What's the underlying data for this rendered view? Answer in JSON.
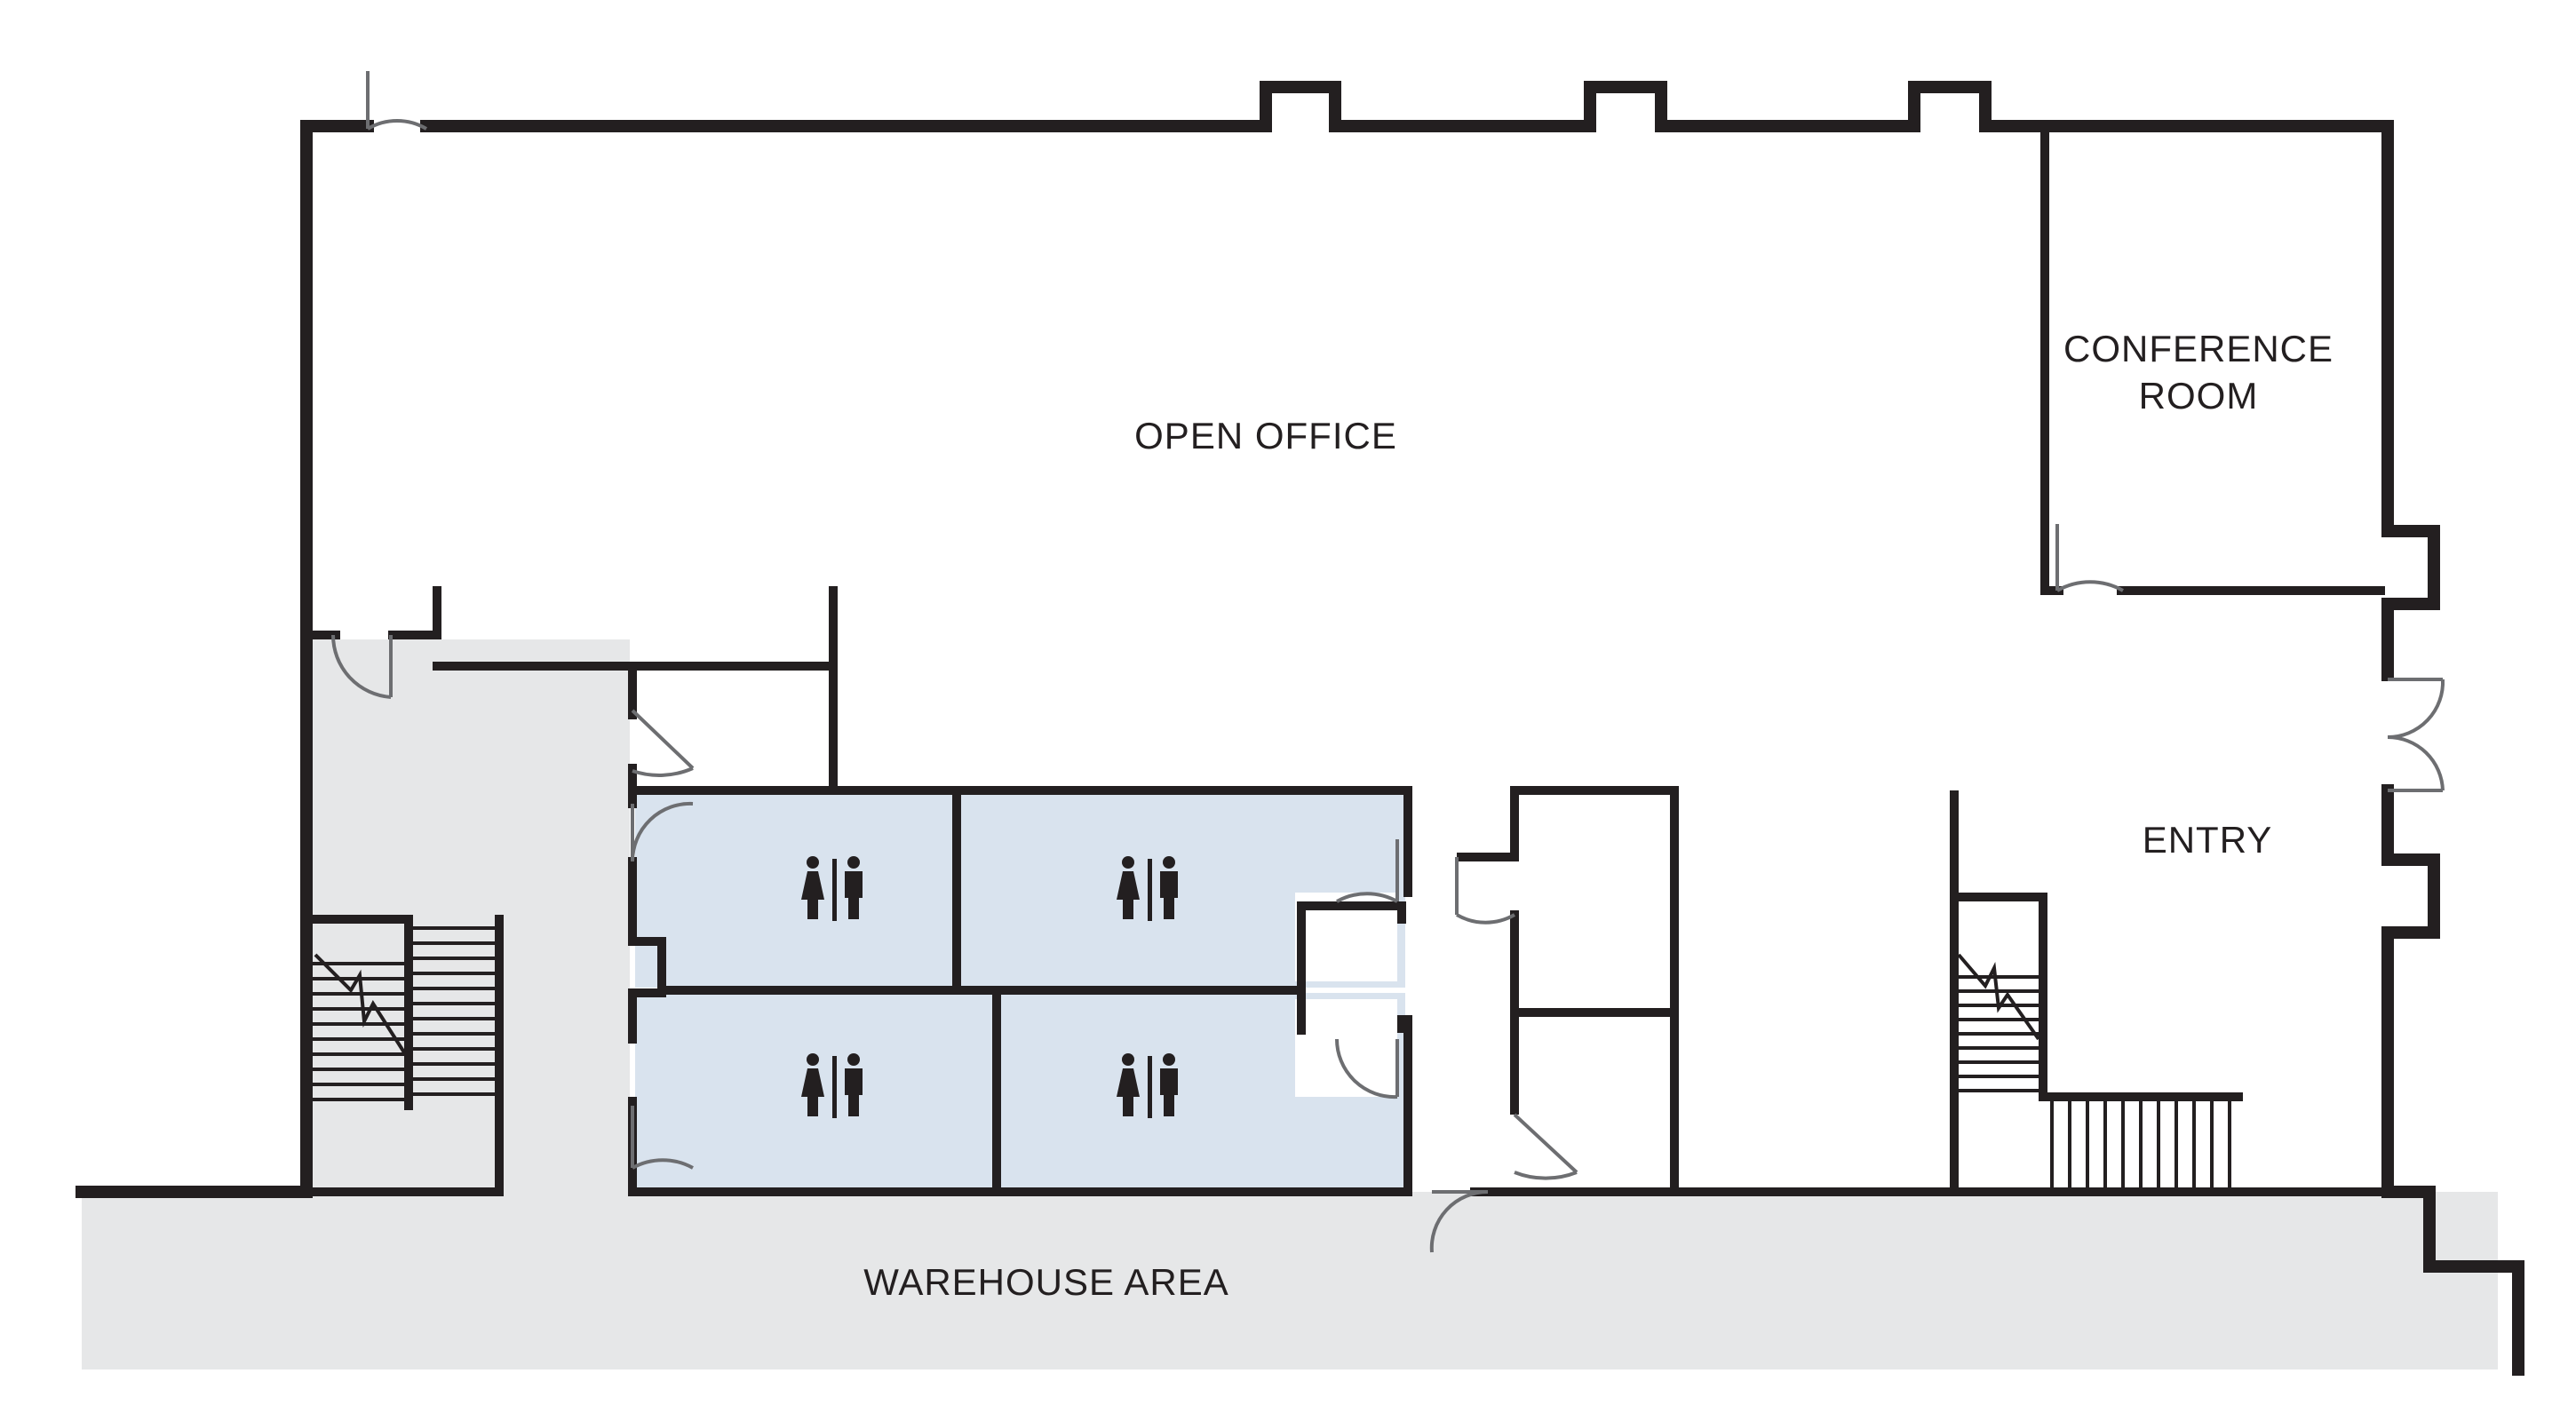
{
  "rooms": {
    "open_office": "OPEN OFFICE",
    "conference_room_line1": "CONFERENCE",
    "conference_room_line2": "ROOM",
    "entry": "ENTRY",
    "warehouse": "WAREHOUSE AREA"
  },
  "icons": {
    "restroom": "restroom-icon",
    "door": "door-swing-icon",
    "stair": "stair-icon"
  },
  "colors": {
    "wall": "#231f20",
    "warehouse_fill": "#e6e7e8",
    "restroom_fill": "#d9e3ee",
    "door_line": "#6d6e71"
  }
}
